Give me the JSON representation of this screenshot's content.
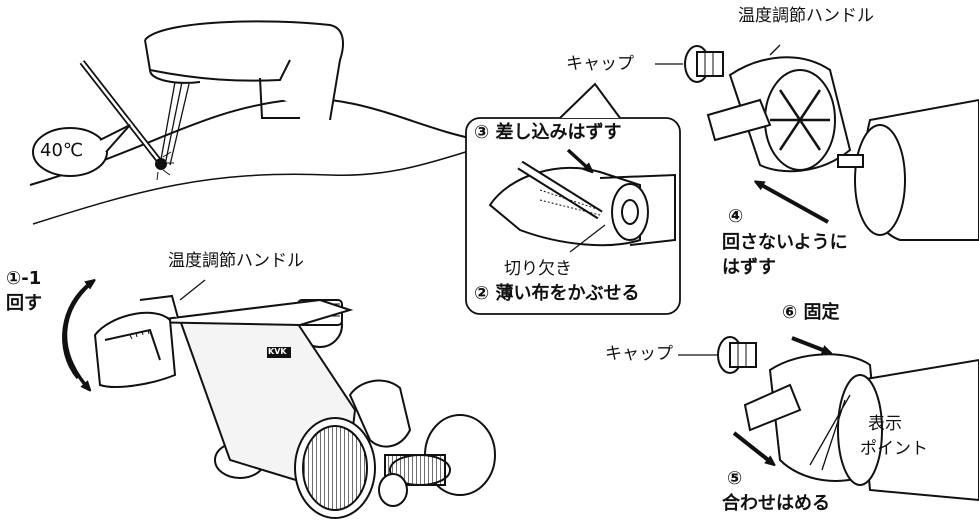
{
  "labels": {
    "temp_reading": "40℃",
    "handle_left": "温度調節ハンドル",
    "step_1_1_num": "①-1",
    "step_1_1_text": "回す",
    "handle_top": "温度調節ハンドル",
    "cap_top": "キャップ",
    "step_3": "③ 差し込みはずす",
    "notch": "切り欠き",
    "step_2": "② 薄い布をかぶせる",
    "step_4_num": "④",
    "step_4_line1": "回さないように",
    "step_4_line2": "はずす",
    "step_6": "⑥ 固定",
    "cap_bottom": "キャップ",
    "indicator_line1": "表示",
    "indicator_line2": "ポイント",
    "step_5_num": "⑤",
    "step_5_text": "合わせはめる",
    "brand_mark": "KVK"
  },
  "colors": {
    "line": "#111111",
    "body_shade": "#f2f2f2",
    "arrow": "#111111"
  }
}
